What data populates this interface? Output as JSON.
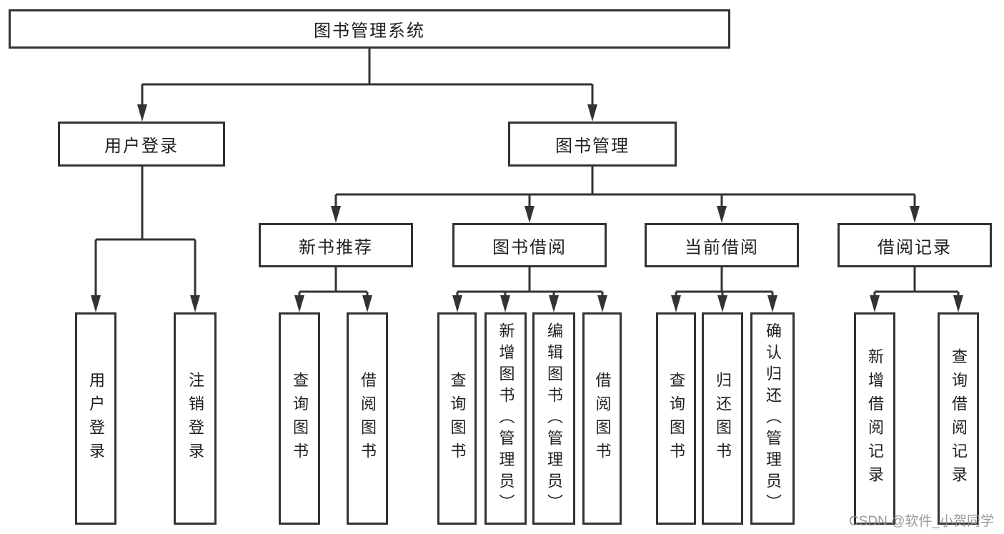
{
  "diagram": {
    "type": "hierarchy-tree",
    "tree": {
      "label": "图书管理系统",
      "children": [
        {
          "label": "用户登录",
          "children": [
            {
              "label": "用户登录"
            },
            {
              "label": "注销登录"
            }
          ]
        },
        {
          "label": "图书管理",
          "children": [
            {
              "label": "新书推荐",
              "children": [
                {
                  "label": "查询图书"
                },
                {
                  "label": "借阅图书"
                }
              ]
            },
            {
              "label": "图书借阅",
              "children": [
                {
                  "label": "查询图书"
                },
                {
                  "label": "新增图书（管理员）"
                },
                {
                  "label": "编辑图书（管理员）"
                },
                {
                  "label": "借阅图书"
                }
              ]
            },
            {
              "label": "当前借阅",
              "children": [
                {
                  "label": "查询图书"
                },
                {
                  "label": "归还图书"
                },
                {
                  "label": "确认归还（管理员）"
                }
              ]
            },
            {
              "label": "借阅记录",
              "children": [
                {
                  "label": "新增借阅记录"
                },
                {
                  "label": "查询借阅记录"
                }
              ]
            }
          ]
        }
      ]
    },
    "colors": {
      "line": "#333333",
      "text": "#1f1f1f",
      "watermark": "#8d8d8d",
      "background": "#ffffff"
    }
  },
  "watermark": {
    "text": "CSDN @软件_小贺同学"
  }
}
